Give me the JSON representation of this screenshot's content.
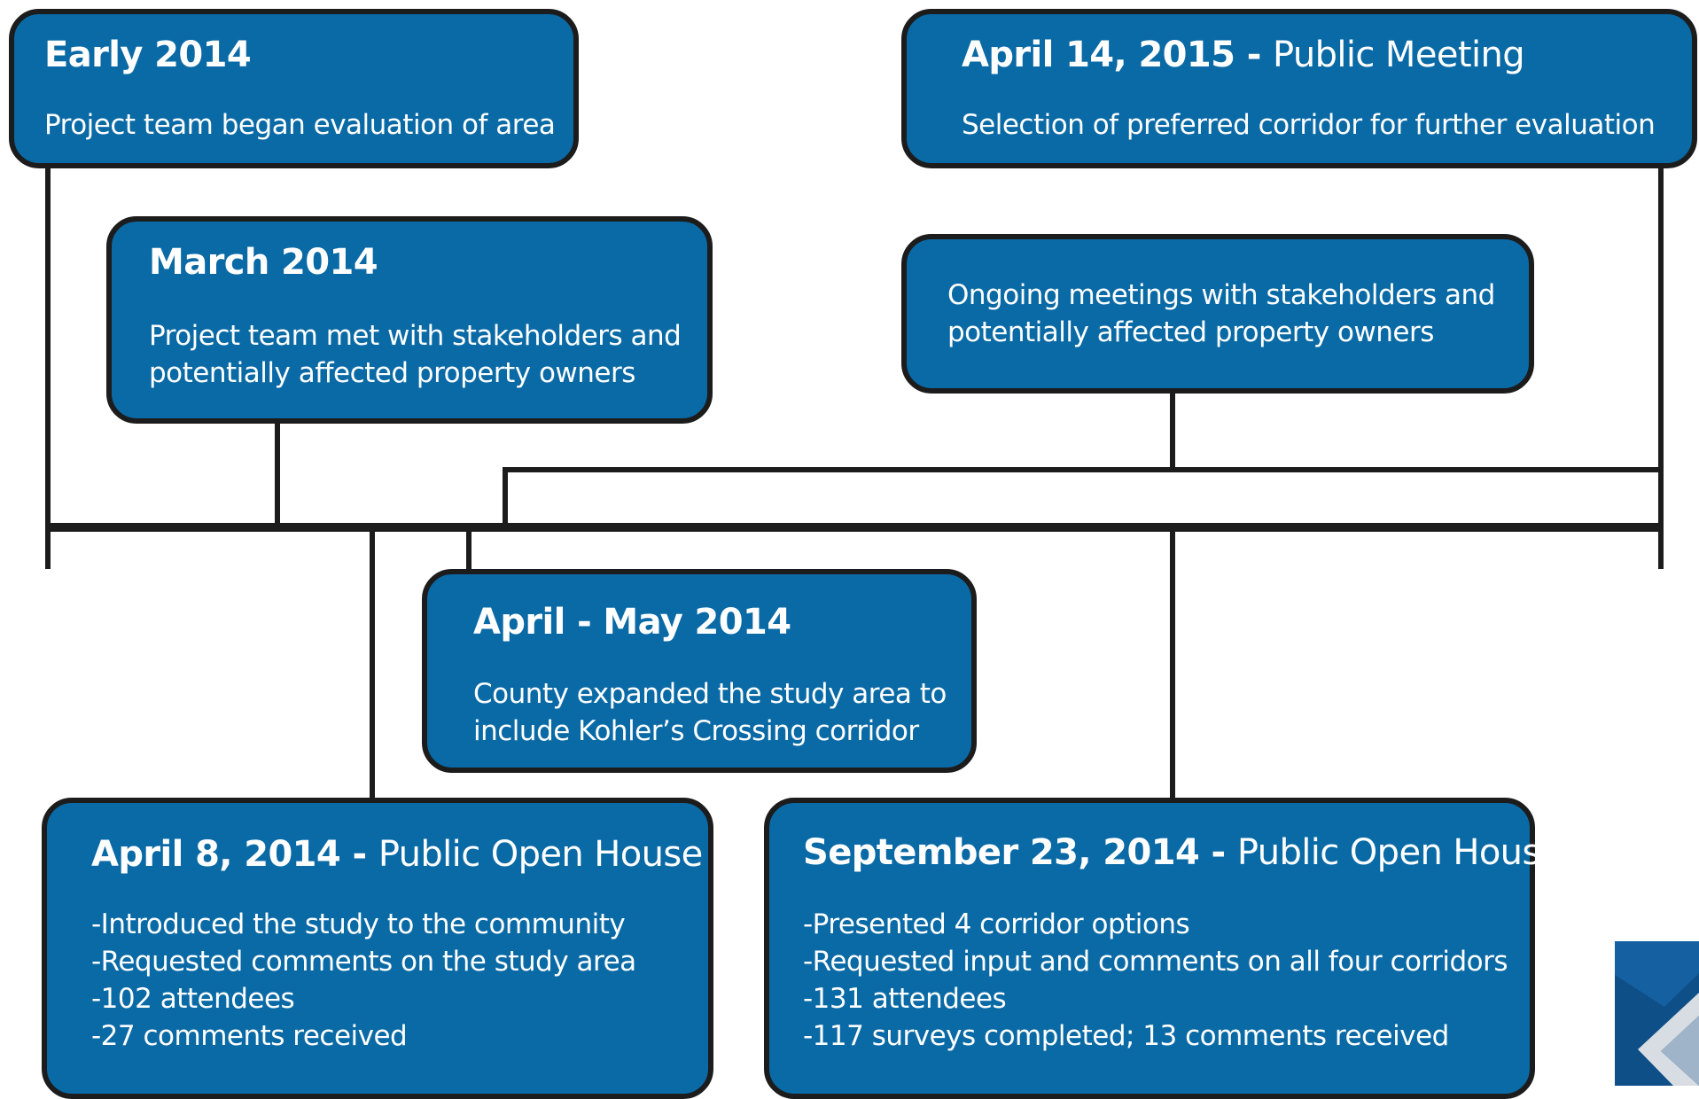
{
  "timeline": {
    "events": [
      {
        "id": "early-2014",
        "date": "Early 2014",
        "event_type": "",
        "description": [
          "Project team began evaluation of area"
        ]
      },
      {
        "id": "march-2014",
        "date": "March 2014",
        "event_type": "",
        "description": [
          "Project team met with stakeholders and",
          "potentially affected property owners"
        ]
      },
      {
        "id": "april-14-2015",
        "date": "April 14, 2015 - ",
        "event_type": "Public Meeting",
        "description": [
          "Selection of preferred corridor for further evaluation"
        ]
      },
      {
        "id": "ongoing-meetings",
        "date": "",
        "event_type": "",
        "description": [
          "Ongoing meetings with stakeholders and",
          "potentially affected property owners"
        ]
      },
      {
        "id": "april-may-2014",
        "date": "April - May 2014",
        "event_type": "",
        "description": [
          "County expanded the study area to",
          "include Kohler’s Crossing corridor"
        ]
      },
      {
        "id": "april-8-2014",
        "date": "April 8, 2014 - ",
        "event_type": "Public Open House",
        "description": [
          "-Introduced the study to the community",
          "-Requested comments on the study area",
          "-102 attendees",
          "-27 comments received"
        ]
      },
      {
        "id": "september-23-2014",
        "date": "September 23, 2014 - ",
        "event_type": "Public Open House",
        "description": [
          "-Presented 4 corridor options",
          "-Requested input and comments on all four corridors",
          "-131 attendees",
          "-117 surveys completed; 13 comments received"
        ]
      }
    ]
  },
  "colors": {
    "box_fill": "#0a6aa6",
    "box_border": "#1c1c1c",
    "text": "#ffffff",
    "connector": "#1c1c1c",
    "logo_dark": "#0d4f86",
    "logo_light": "#d8dde3"
  },
  "logo": {
    "icon": "partial-diamond-logo-icon"
  }
}
